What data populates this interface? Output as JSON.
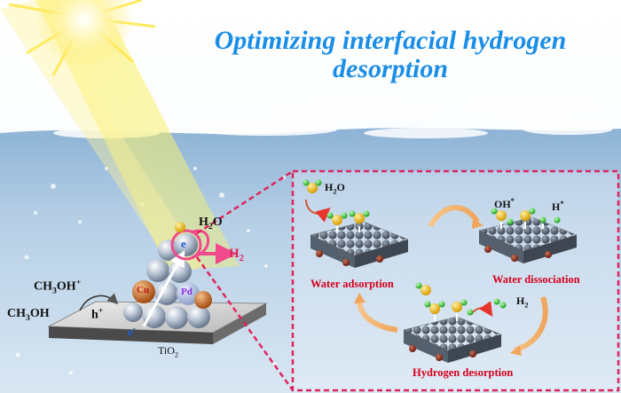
{
  "title": {
    "line1": "Optimizing interfacial hydrogen",
    "line2": "desorption"
  },
  "left_scene": {
    "ch3oh_plus": {
      "base": "CH",
      "sub": "3",
      "mid": "OH",
      "sup": "+"
    },
    "ch3oh": {
      "base": "CH",
      "sub": "3",
      "mid": "OH"
    },
    "h_plus": {
      "base": "h",
      "sup": "+"
    },
    "electron_top": "e",
    "electron_bottom": {
      "base": "e",
      "sup": "-"
    },
    "cu": "Cu",
    "pd": "Pd",
    "h2o": {
      "base": "H",
      "sub": "2",
      "end": "O"
    },
    "h2": {
      "base": "H",
      "sub": "2"
    },
    "tio2": {
      "base": "TiO",
      "sub": "2"
    }
  },
  "inset": {
    "h2o": {
      "base": "H",
      "sub": "2",
      "end": "O"
    },
    "oh_star": {
      "base": "OH",
      "sup": "*"
    },
    "h_star": {
      "base": "H",
      "sup": "*"
    },
    "h2": {
      "base": "H",
      "sub": "2"
    },
    "stages": [
      "Water adsorption",
      "Water dissociation",
      "Hydrogen desorption"
    ]
  },
  "colors": {
    "title": "#1a8ee6",
    "stage_label": "#d6001c",
    "dashed_box": "#e0245e",
    "copper": "#c8601a",
    "palladium": "#8a2be2",
    "oxygen": "#f2b705",
    "hydrogen": "#2fd12f",
    "h2_arrow": "#f04a8c"
  }
}
